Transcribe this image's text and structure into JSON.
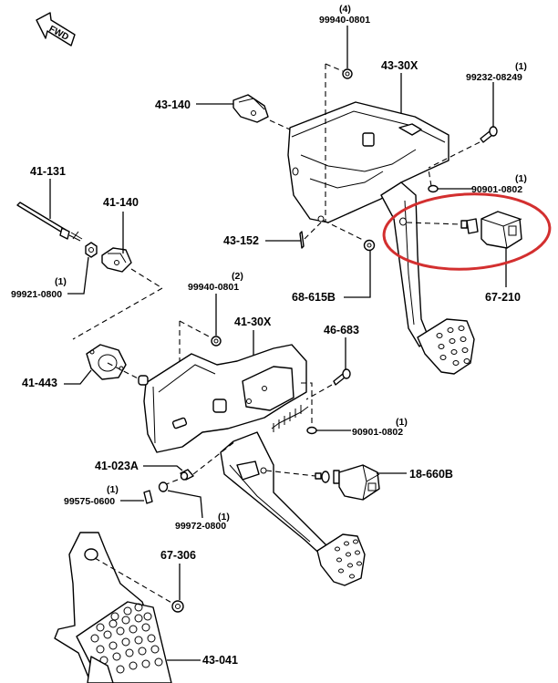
{
  "diagram": {
    "title": "Brake / Clutch Pedal Assembly Exploded View",
    "fwd_indicator": "FWD",
    "highlight": {
      "color": "#d32f2f",
      "target_part": "67-210",
      "shape": "ellipse"
    },
    "parts": {
      "p99940_0801_top": {
        "number": "99940-0801",
        "qty": "(4)"
      },
      "p43_30X": {
        "number": "43-30X"
      },
      "p99232_08249": {
        "number": "99232-08249",
        "qty": "(1)"
      },
      "p43_140": {
        "number": "43-140"
      },
      "p90901_0802_top": {
        "number": "90901-0802",
        "qty": "(1)"
      },
      "p41_131": {
        "number": "41-131"
      },
      "p41_140": {
        "number": "41-140"
      },
      "p43_152": {
        "number": "43-152"
      },
      "p67_210": {
        "number": "67-210"
      },
      "p99921_0800": {
        "number": "99921-0800",
        "qty": "(1)"
      },
      "p99940_0801_mid": {
        "number": "99940-0801",
        "qty": "(2)"
      },
      "p68_615B": {
        "number": "68-615B"
      },
      "p41_30X": {
        "number": "41-30X"
      },
      "p46_683": {
        "number": "46-683"
      },
      "p41_443": {
        "number": "41-443"
      },
      "p90901_0802_mid": {
        "number": "90901-0802",
        "qty": "(1)"
      },
      "p41_023A": {
        "number": "41-023A"
      },
      "p18_660B": {
        "number": "18-660B"
      },
      "p99575_0600": {
        "number": "99575-0600",
        "qty": "(1)"
      },
      "p99972_0800": {
        "number": "99972-0800",
        "qty": "(1)"
      },
      "p67_306": {
        "number": "67-306"
      },
      "p43_041": {
        "number": "43-041"
      }
    }
  }
}
